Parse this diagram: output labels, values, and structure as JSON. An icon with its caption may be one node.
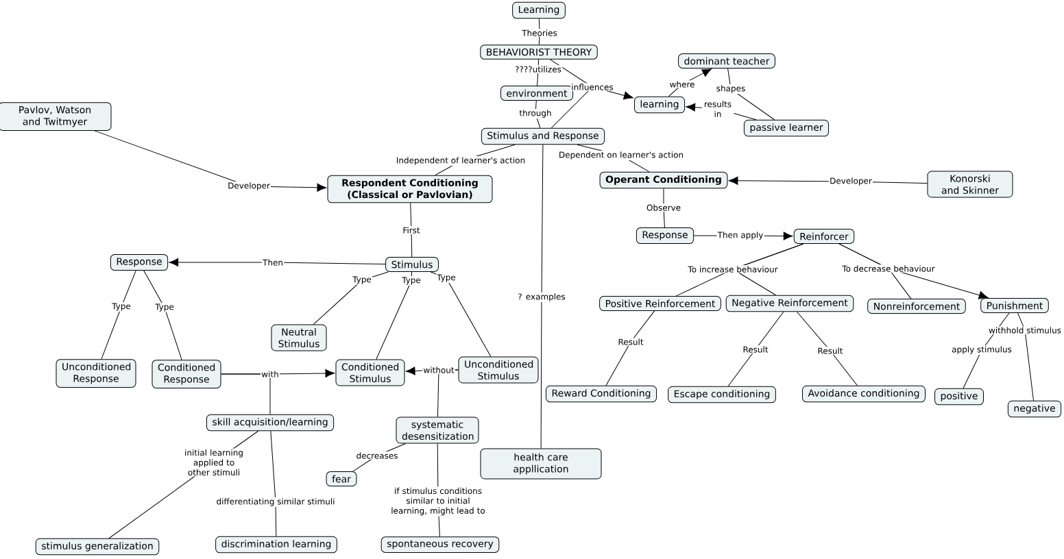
{
  "diagram": {
    "nodes": [
      {
        "text": [
          "Learning"
        ]
      },
      {
        "text": [
          "BEHAVIORIST THEORY"
        ]
      },
      {
        "text": [
          "environment"
        ]
      },
      {
        "text": [
          "Stimulus and Response"
        ]
      },
      {
        "text": [
          "learning"
        ]
      },
      {
        "text": [
          "dominant teacher"
        ]
      },
      {
        "text": [
          "passive learner"
        ]
      },
      {
        "text": [
          "Pavlov, Watson and Twitmyer"
        ]
      },
      {
        "text": [
          "Respondent Conditioning (Classical or Pavlovian)"
        ]
      },
      {
        "text": [
          "Operant Conditioning"
        ]
      },
      {
        "text": [
          "Konorski and Skinner"
        ]
      },
      {
        "text": [
          "Stimulus"
        ]
      },
      {
        "text": [
          "Response"
        ]
      },
      {
        "text": [
          "Neutral Stimulus"
        ]
      },
      {
        "text": [
          "Unconditioned Response"
        ]
      },
      {
        "text": [
          "Conditioned Response"
        ]
      },
      {
        "text": [
          "Conditioned Stimulus"
        ]
      },
      {
        "text": [
          "Unconditioned Stimulus"
        ]
      },
      {
        "text": [
          "skill acquisition/learning"
        ]
      },
      {
        "text": [
          "systematic desensitization"
        ]
      },
      {
        "text": [
          "health care appllication"
        ]
      },
      {
        "text": [
          "fear"
        ]
      },
      {
        "text": [
          "stimulus generalization"
        ]
      },
      {
        "text": [
          "discrimination learning"
        ]
      },
      {
        "text": [
          "spontaneous recovery"
        ]
      },
      {
        "text": [
          "Response"
        ]
      },
      {
        "text": [
          "Reinforcer"
        ]
      },
      {
        "text": [
          "Positive Reinforcement"
        ]
      },
      {
        "text": [
          "Negative Reinforcement"
        ]
      },
      {
        "text": [
          "Nonreinforcement"
        ]
      },
      {
        "text": [
          "Punishment"
        ]
      },
      {
        "text": [
          "Reward Conditioning"
        ]
      },
      {
        "text": [
          "Escape conditioning"
        ]
      },
      {
        "text": [
          "Avoidance conditioning"
        ]
      },
      {
        "text": [
          "positive"
        ]
      },
      {
        "text": [
          "negative"
        ]
      }
    ],
    "edges": [
      {
        "from": 0,
        "to": 1,
        "arrow": "none",
        "label": "Theories"
      },
      {
        "from": 1,
        "to": 2,
        "arrow": "none",
        "label": "????utilizes"
      },
      {
        "from": 2,
        "to": 3,
        "arrow": "none",
        "label": "through"
      },
      {
        "from": 1,
        "to": 4,
        "arrow": "to",
        "label": "influences"
      },
      {
        "from": 3,
        "to": 4,
        "arrow": "to"
      },
      {
        "from": 4,
        "to": 5,
        "arrow": "to",
        "label": "where"
      },
      {
        "from": 5,
        "to": 6,
        "arrow": "none",
        "label": "shapes"
      },
      {
        "from": 6,
        "to": 4,
        "arrow": "to",
        "label": "results in"
      },
      {
        "from": 3,
        "to": 8,
        "arrow": "none",
        "label": "Independent of learner's action"
      },
      {
        "from": 3,
        "to": 9,
        "arrow": "none",
        "label": "Dependent on learner's action"
      },
      {
        "from": 3,
        "to": 20,
        "arrow": "none",
        "label": "? examples"
      },
      {
        "from": 7,
        "to": 8,
        "arrow": "to",
        "label": "Developer"
      },
      {
        "from": 10,
        "to": 9,
        "arrow": "to",
        "label": "Developer"
      },
      {
        "from": 8,
        "to": 11,
        "arrow": "none",
        "label": "First"
      },
      {
        "from": 11,
        "to": 12,
        "arrow": "to",
        "label": "Then"
      },
      {
        "from": 11,
        "to": 13,
        "arrow": "none",
        "label": "Type"
      },
      {
        "from": 11,
        "to": 16,
        "arrow": "none",
        "label": "Type"
      },
      {
        "from": 11,
        "to": 17,
        "arrow": "none",
        "label": "Type"
      },
      {
        "from": 12,
        "to": 14,
        "arrow": "none",
        "label": "Type"
      },
      {
        "from": 12,
        "to": 15,
        "arrow": "none",
        "label": "Type"
      },
      {
        "from": 15,
        "to": 16,
        "arrow": "to",
        "label": "with"
      },
      {
        "from": 15,
        "to": 18,
        "arrow": "none"
      },
      {
        "from": 17,
        "to": 16,
        "arrow": "to",
        "label": "without"
      },
      {
        "from": 17,
        "to": 19,
        "arrow": "none"
      },
      {
        "from": 18,
        "to": 22,
        "arrow": "none",
        "label": "initial learning applied to other stimuli"
      },
      {
        "from": 18,
        "to": 23,
        "arrow": "none",
        "label": "differentiating similar stimuli"
      },
      {
        "from": 19,
        "to": 21,
        "arrow": "none",
        "label": "decreases"
      },
      {
        "from": 19,
        "to": 24,
        "arrow": "none",
        "label": "if stimulus conditions similar to initial learning, might lead to"
      },
      {
        "from": 9,
        "to": 25,
        "arrow": "none",
        "label": "Observe"
      },
      {
        "from": 25,
        "to": 26,
        "arrow": "to",
        "label": "Then apply"
      },
      {
        "from": 26,
        "to": 27,
        "arrow": "none",
        "label": "To increase behaviour"
      },
      {
        "from": 26,
        "to": 28,
        "arrow": "none"
      },
      {
        "from": 26,
        "to": 29,
        "arrow": "none",
        "label": "To decrease behaviour"
      },
      {
        "from": 26,
        "to": 30,
        "arrow": "to"
      },
      {
        "from": 27,
        "to": 31,
        "arrow": "none",
        "label": "Result"
      },
      {
        "from": 28,
        "to": 32,
        "arrow": "none",
        "label": "Result"
      },
      {
        "from": 28,
        "to": 33,
        "arrow": "none",
        "label": "Result"
      },
      {
        "from": 30,
        "to": 34,
        "arrow": "none",
        "label": "apply stimulus"
      },
      {
        "from": 30,
        "to": 35,
        "arrow": "none",
        "label": "withhold stimulus"
      }
    ]
  }
}
